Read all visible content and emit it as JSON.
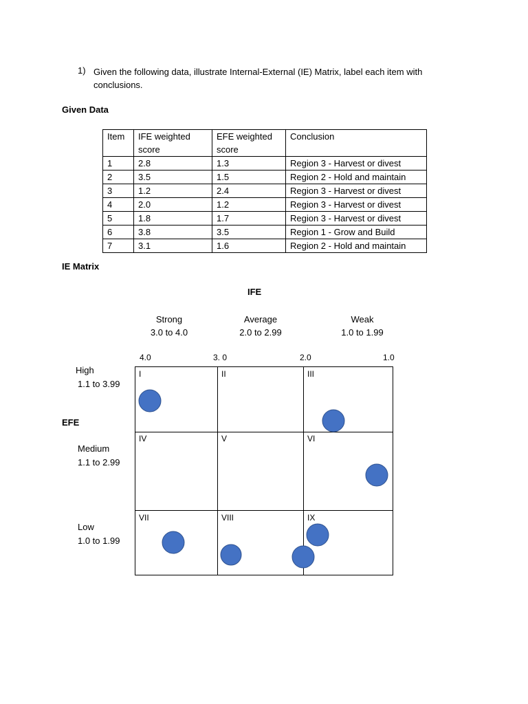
{
  "question": {
    "number": "1)",
    "text": "Given the following data, illustrate Internal-External (IE) Matrix, label each item with conclusions."
  },
  "given_data_heading": "Given Data",
  "table": {
    "headers": [
      "Item",
      "IFE weighted score",
      "EFE weighted score",
      "Conclusion"
    ],
    "rows": [
      [
        "1",
        "2.8",
        "1.3",
        "Region 3 -  Harvest or divest"
      ],
      [
        "2",
        "3.5",
        "1.5",
        "Region 2 -  Hold and maintain"
      ],
      [
        "3",
        "1.2",
        "2.4",
        "Region 3 -  Harvest or divest"
      ],
      [
        "4",
        "2.0",
        "1.2",
        "Region 3 -  Harvest or divest"
      ],
      [
        "5",
        "1.8",
        "1.7",
        "Region 3 -  Harvest or divest"
      ],
      [
        "6",
        "3.8",
        "3.5",
        "Region 1 -  Grow and Build"
      ],
      [
        "7",
        "3.1",
        "1.6",
        "Region 2 -  Hold and maintain"
      ]
    ]
  },
  "ie_matrix_heading": "IE Matrix",
  "matrix": {
    "ife_label": "IFE",
    "efe_label": "EFE",
    "columns": [
      {
        "name": "Strong",
        "range": "3.0 to 4.0"
      },
      {
        "name": "Average",
        "range": "2.0 to 2.99"
      },
      {
        "name": "Weak",
        "range": "1.0 to 1.99"
      }
    ],
    "ticks": [
      "4.0",
      "3. 0",
      "2.0",
      "1.0"
    ],
    "rows": [
      {
        "name": "High",
        "range": "1.1 to 3.99"
      },
      {
        "name": "Medium",
        "range": "1.1 to 2.99"
      },
      {
        "name": "Low",
        "range": "1.0 to 1.99"
      }
    ],
    "cells": [
      "I",
      "II",
      "III",
      "IV",
      "V",
      "VI",
      "VII",
      "VIII",
      "IX"
    ],
    "marker_color": "#4472c4",
    "marker_stroke": "#2f528f"
  }
}
